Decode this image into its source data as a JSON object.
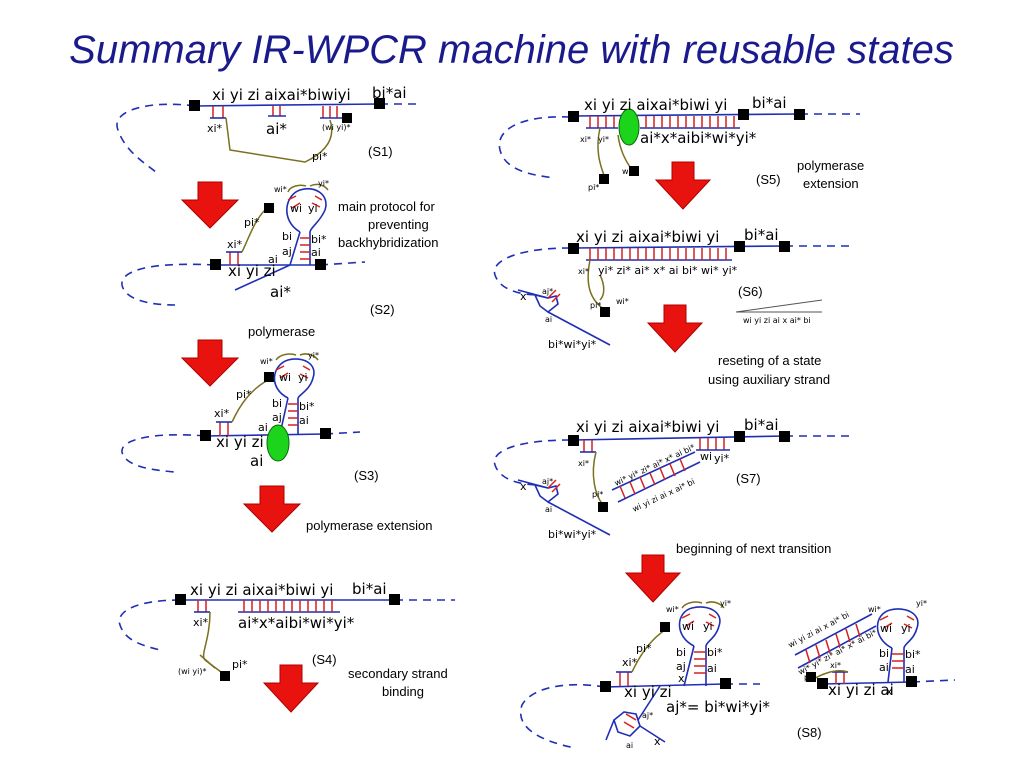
{
  "title": "Summary IR-WPCR machine with reusable states",
  "states": {
    "s1": "(S1)",
    "s2": "(S2)",
    "s3": "(S3)",
    "s4": "(S4)",
    "s5": "(S5)",
    "s6": "(S6)",
    "s7": "(S7)",
    "s8": "(S8)"
  },
  "annotations": {
    "a1_line1": "main protocol for",
    "a1_line2": "preventing",
    "a1_line3": "backhybridization",
    "a2": "polymerase",
    "a3": "polymerase extension",
    "a4_line1": "secondary strand",
    "a4_line2": "binding",
    "a5_line1": "polymerase",
    "a5_line2": "extension",
    "a6_line1": "reseting of a state",
    "a6_line2": "using auxiliary strand",
    "a7": "beginning of next transition"
  },
  "strand_labels": {
    "top_s1": "xi  yi zi aixai*biwiyi",
    "top_s1_right": "bi*ai",
    "top_full": "xi yi zi  aixai*biwi yi",
    "top_right": "bi*ai",
    "ai_star": "ai*",
    "ai": "ai",
    "xi_star": "xi*",
    "pi_star": "pi*",
    "wiyi_star": "(wi yi)*",
    "wi_star": "wi*",
    "yi_star": "yi*",
    "wi": "wi",
    "yi": "yi",
    "bi": "bi",
    "bi_star": "bi*",
    "aj": "aj",
    "aj_star": "aj*",
    "xi_yi_zi": "xi yi zi",
    "xi_yi_zi_ai": "xi yi zi ai",
    "s4_bottom": "ai*x*aibi*wi*yi*",
    "s5_bottom": "ai*x*aibi*wi*yi*",
    "s6_bottom": "yi* zi* ai* x* ai bi* wi* yi*",
    "s6_aux": "wi yi  zi ai x ai* bi",
    "bi_wi_yi_star": "bi*wi*yi*",
    "x": "x",
    "s7_rung_top": "wi* yi* zi* ai* x* ai bi*",
    "s7_rung_bottom": "wi yi zi ai x ai* bi",
    "s8_eq": "aj*= bi*wi*yi*",
    "s8_rung_top": "wi yi zi ai x ai* bi",
    "s8_rung_bottom": "wi* yi* zi* ai* x* ai bi*"
  }
}
